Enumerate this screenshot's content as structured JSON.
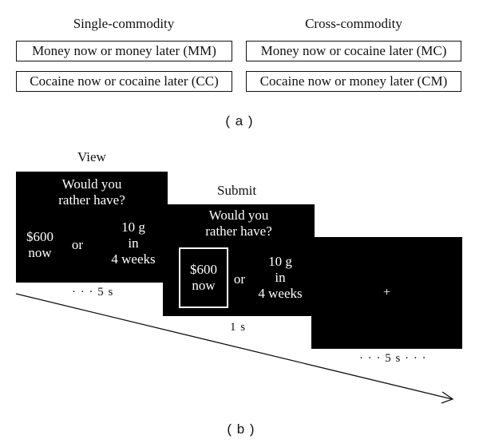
{
  "panel_a": {
    "columns": [
      {
        "heading": "Single-commodity",
        "conditions": [
          "Money now or money later (MM)",
          "Cocaine now or cocaine later (CC)"
        ]
      },
      {
        "heading": "Cross-commodity",
        "conditions": [
          "Money now or cocaine later (MC)",
          "Cocaine now or money later (CM)"
        ]
      }
    ],
    "label": "( a )"
  },
  "panel_b": {
    "screens": [
      {
        "stage": "View",
        "question": [
          "Would you",
          "rather have?"
        ],
        "left_option": [
          "$600",
          "now"
        ],
        "or": "or",
        "right_option": [
          "10 g",
          "in",
          "4 weeks"
        ],
        "duration": "· · · 5 s"
      },
      {
        "stage": "Submit",
        "question": [
          "Would you",
          "rather have?"
        ],
        "left_option": [
          "$600",
          "now"
        ],
        "or": "or",
        "right_option": [
          "10 g",
          "in",
          "4 weeks"
        ],
        "duration": "1 s"
      },
      {
        "stage": "",
        "fixation": "+",
        "duration": "· · · 5 s · · ·"
      }
    ],
    "label": "( b )"
  }
}
